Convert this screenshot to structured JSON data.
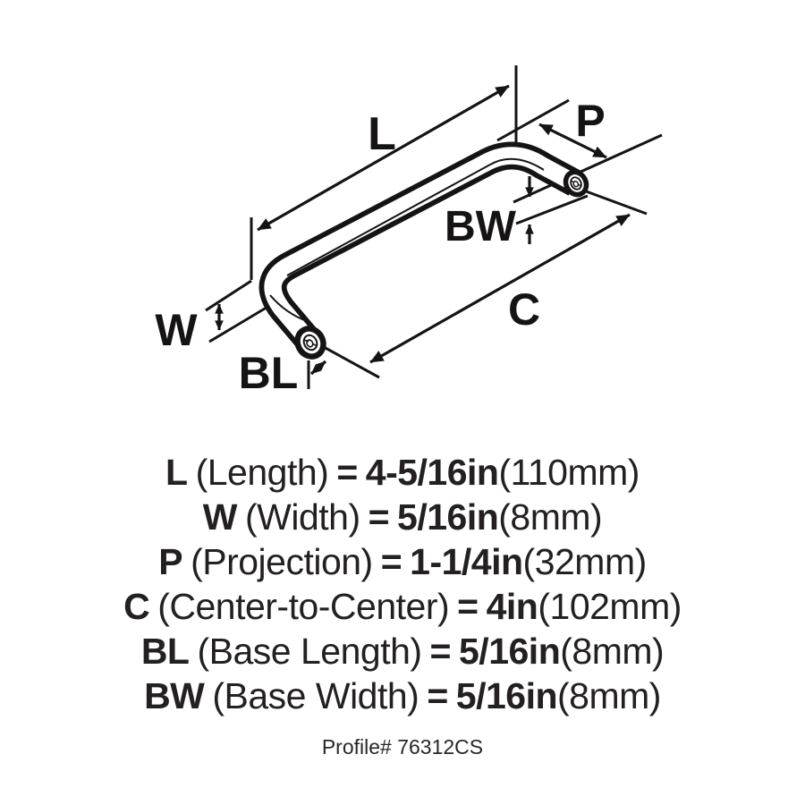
{
  "diagram": {
    "labels": {
      "length": "L",
      "projection": "P",
      "base_width": "BW",
      "width": "W",
      "base_length": "BL",
      "center_to_center": "C"
    }
  },
  "specs": [
    {
      "symbol": "L",
      "label": "(Length)",
      "eq": "=",
      "imperial": "4-5/16in",
      "metric": "(110mm)"
    },
    {
      "symbol": "W",
      "label": "(Width)",
      "eq": "=",
      "imperial": "5/16in",
      "metric": "(8mm)"
    },
    {
      "symbol": "P",
      "label": "(Projection)",
      "eq": "=",
      "imperial": "1-1/4in",
      "metric": "(32mm)"
    },
    {
      "symbol": "C",
      "label": "(Center-to-Center)",
      "eq": "=",
      "imperial": "4in",
      "metric": "(102mm)"
    },
    {
      "symbol": "BL",
      "label": "(Base Length)",
      "eq": "=",
      "imperial": "5/16in",
      "metric": "(8mm)"
    },
    {
      "symbol": "BW",
      "label": "(Base Width)",
      "eq": "=",
      "imperial": "5/16in",
      "metric": "(8mm)"
    }
  ],
  "footer": {
    "profile_label": "Profile# 76312CS"
  },
  "colors": {
    "ink": "#161314",
    "background": "#ffffff"
  }
}
